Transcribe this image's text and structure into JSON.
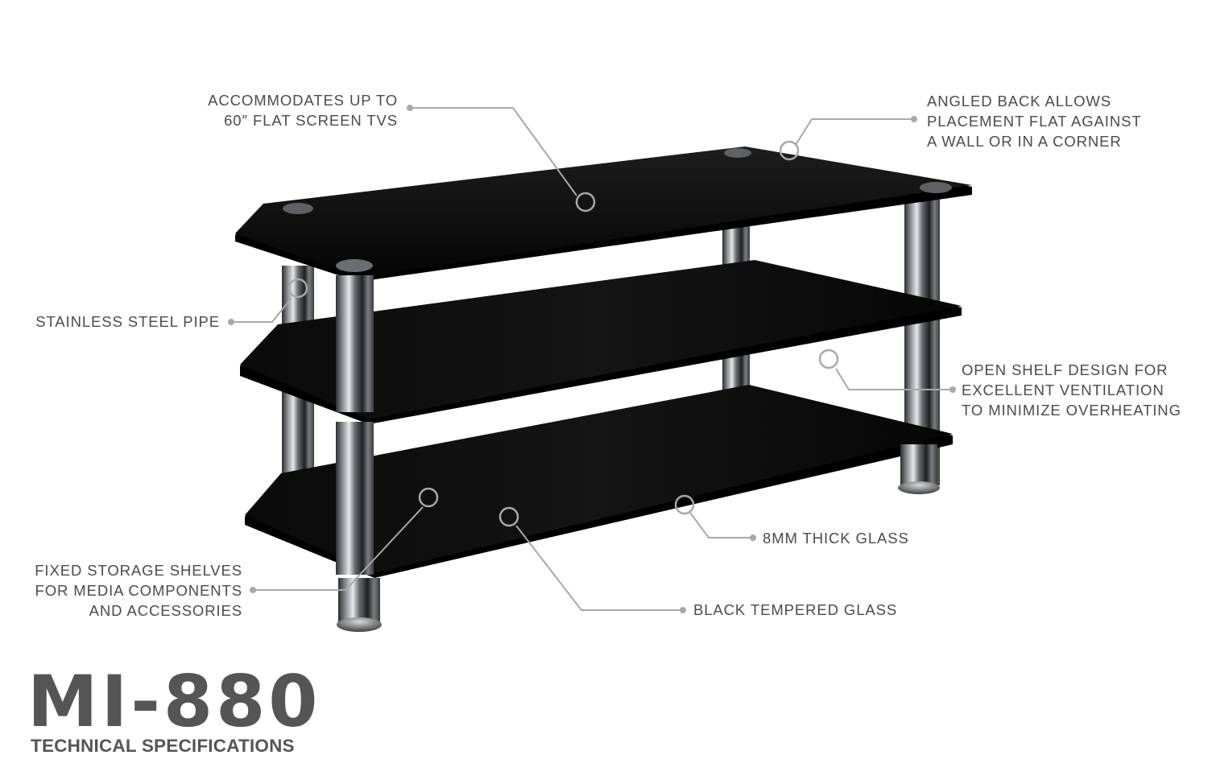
{
  "product": {
    "model": "MI-880",
    "subtitle": "TECHNICAL SPECIFICATIONS"
  },
  "callouts": {
    "accommodates": {
      "lines": [
        "ACCOMMODATES UP TO",
        "60″ FLAT SCREEN TVS"
      ]
    },
    "angled_back": {
      "lines": [
        "ANGLED BACK ALLOWS",
        "PLACEMENT FLAT AGAINST",
        "A WALL OR IN A CORNER"
      ]
    },
    "steel_pipe": {
      "lines": [
        "STAINLESS STEEL PIPE"
      ]
    },
    "open_shelf": {
      "lines": [
        "OPEN SHELF DESIGN FOR",
        "EXCELLENT VENTILATION",
        "TO MINIMIZE OVERHEATING"
      ]
    },
    "thick_glass": {
      "lines": [
        "8MM THICK GLASS"
      ]
    },
    "storage_shelves": {
      "lines": [
        "FIXED STORAGE SHELVES",
        "FOR MEDIA COMPONENTS",
        "AND ACCESSORIES"
      ]
    },
    "tempered_glass": {
      "lines": [
        "BLACK TEMPERED GLASS"
      ]
    }
  },
  "colors": {
    "text": "#4b4b4b",
    "title": "#555555",
    "leader_line": "#a8a8a8",
    "glass": "#0c0c0c",
    "chrome": "#8a8d91"
  }
}
